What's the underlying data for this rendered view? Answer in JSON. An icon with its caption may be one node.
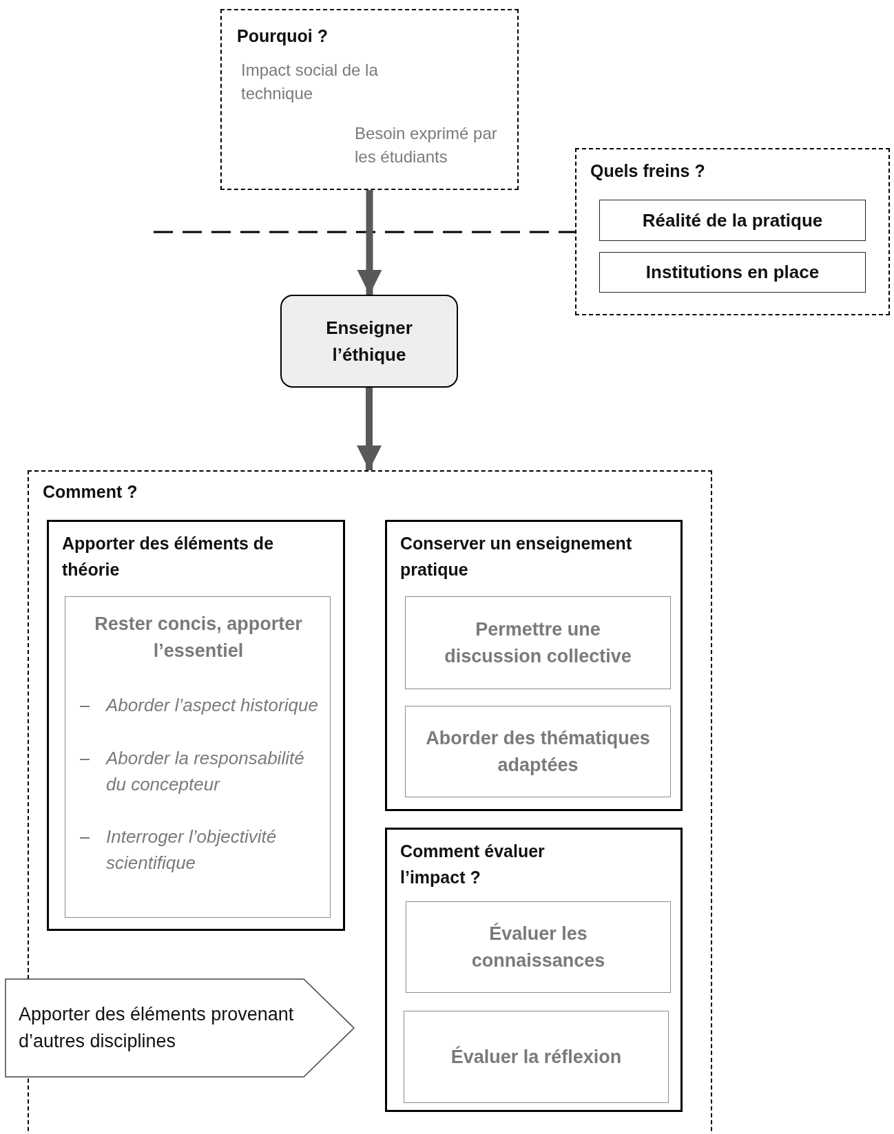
{
  "diagram": {
    "nodes": [
      {
        "text": [
          "Pourquoi ?",
          "Impact social de la technique",
          "Besoin exprimé par les étudiants"
        ]
      },
      {
        "text": [
          "Quels freins ?"
        ]
      },
      {
        "text": [
          "Réalité de la pratique"
        ],
        "in": 1
      },
      {
        "text": [
          "Institutions en place"
        ],
        "in": 1
      },
      {
        "text": [
          "Enseigner l’éthique"
        ]
      },
      {
        "text": [
          "Comment ?"
        ]
      },
      {
        "text": [
          "Apporter des éléments de théorie"
        ],
        "in": 5
      },
      {
        "text": [
          "Rester concis, apporter l’essentiel",
          "Aborder l’aspect historique",
          "Aborder la responsabilité du concepteur",
          "Interroger l’objectivité scientifique"
        ],
        "in": 6
      },
      {
        "text": [
          "Conserver un enseignement pratique"
        ],
        "in": 5
      },
      {
        "text": [
          "Permettre une discussion collective"
        ],
        "in": 8
      },
      {
        "text": [
          "Aborder des thématiques adaptées"
        ],
        "in": 8
      },
      {
        "text": [
          "Comment évaluer l’impact ?"
        ],
        "in": 5
      },
      {
        "text": [
          "Évaluer les connaissances"
        ],
        "in": 11
      },
      {
        "text": [
          "Évaluer la réflexion"
        ],
        "in": 11
      },
      {
        "text": [
          "Apporter des éléments provenant d’autres disciplines"
        ]
      }
    ],
    "edges": [
      {
        "from": 0,
        "to": 4,
        "arrow": "to"
      },
      {
        "from": 4,
        "to": 5,
        "arrow": "to"
      }
    ]
  }
}
